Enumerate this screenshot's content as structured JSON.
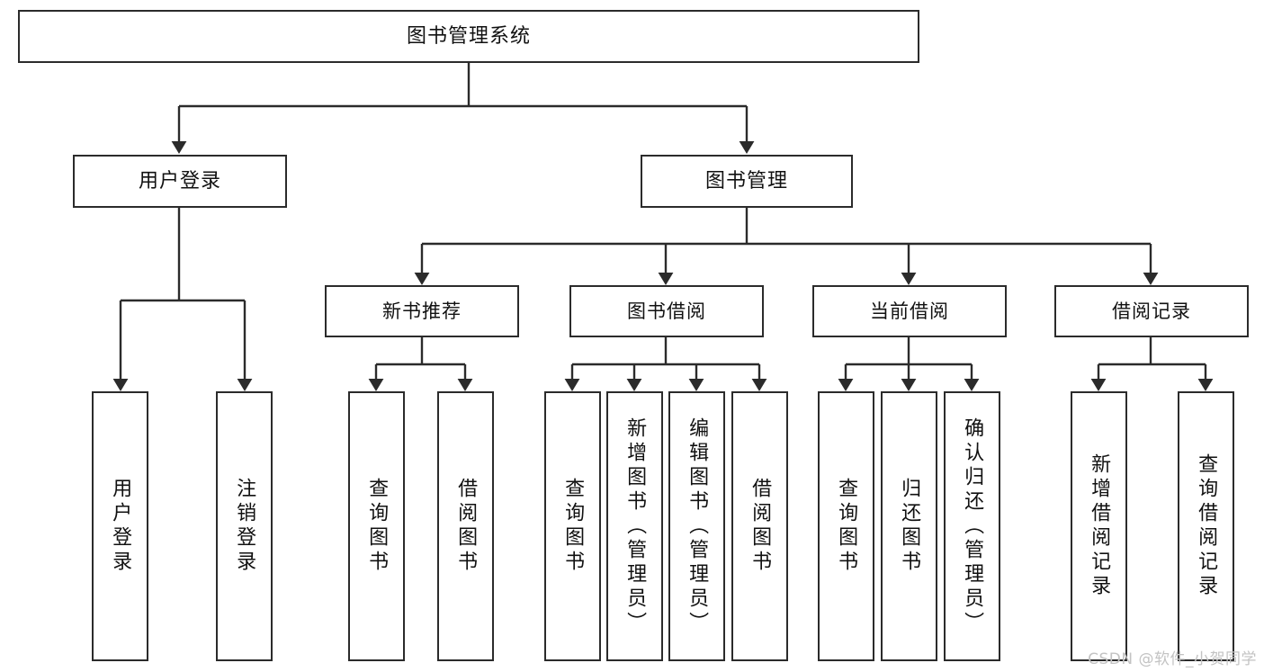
{
  "diagram": {
    "title": "图书管理系统",
    "type": "tree-hierarchy-diagram",
    "watermark": "CSDN @软件_小贺同学",
    "colors": {
      "background": "#ffffff",
      "box_border": "#2b2b2b",
      "box_fill": "#ffffff",
      "connector": "#2b2b2b",
      "text": "#111111",
      "watermark": "#c3c3c3"
    },
    "nodes": {
      "root": {
        "label": "图书管理系统"
      },
      "level2": [
        {
          "id": "user-login",
          "label": "用户登录"
        },
        {
          "id": "book-management",
          "label": "图书管理"
        }
      ],
      "level3": [
        {
          "id": "new-book-recommend",
          "label": "新书推荐"
        },
        {
          "id": "book-borrow",
          "label": "图书借阅"
        },
        {
          "id": "current-borrow",
          "label": "当前借阅"
        },
        {
          "id": "borrow-record",
          "label": "借阅记录"
        }
      ],
      "leaves": {
        "user-login": [
          {
            "id": "leaf-user-login",
            "label": "用户登录"
          },
          {
            "id": "leaf-user-logout",
            "label": "注销登录"
          }
        ],
        "new-book-recommend": [
          {
            "id": "leaf-query-book-1",
            "label": "查询图书"
          },
          {
            "id": "leaf-borrow-book-1",
            "label": "借阅图书"
          }
        ],
        "book-borrow": [
          {
            "id": "leaf-query-book-2",
            "label": "查询图书"
          },
          {
            "id": "leaf-add-book",
            "label": "新增图书（管理员）"
          },
          {
            "id": "leaf-edit-book",
            "label": "编辑图书（管理员）"
          },
          {
            "id": "leaf-borrow-book-2",
            "label": "借阅图书"
          }
        ],
        "current-borrow": [
          {
            "id": "leaf-query-book-3",
            "label": "查询图书"
          },
          {
            "id": "leaf-return-book",
            "label": "归还图书"
          },
          {
            "id": "leaf-confirm-return",
            "label": "确认归还（管理员）"
          }
        ],
        "borrow-record": [
          {
            "id": "leaf-add-record",
            "label": "新增借阅记录"
          },
          {
            "id": "leaf-query-record",
            "label": "查询借阅记录"
          }
        ]
      }
    }
  }
}
